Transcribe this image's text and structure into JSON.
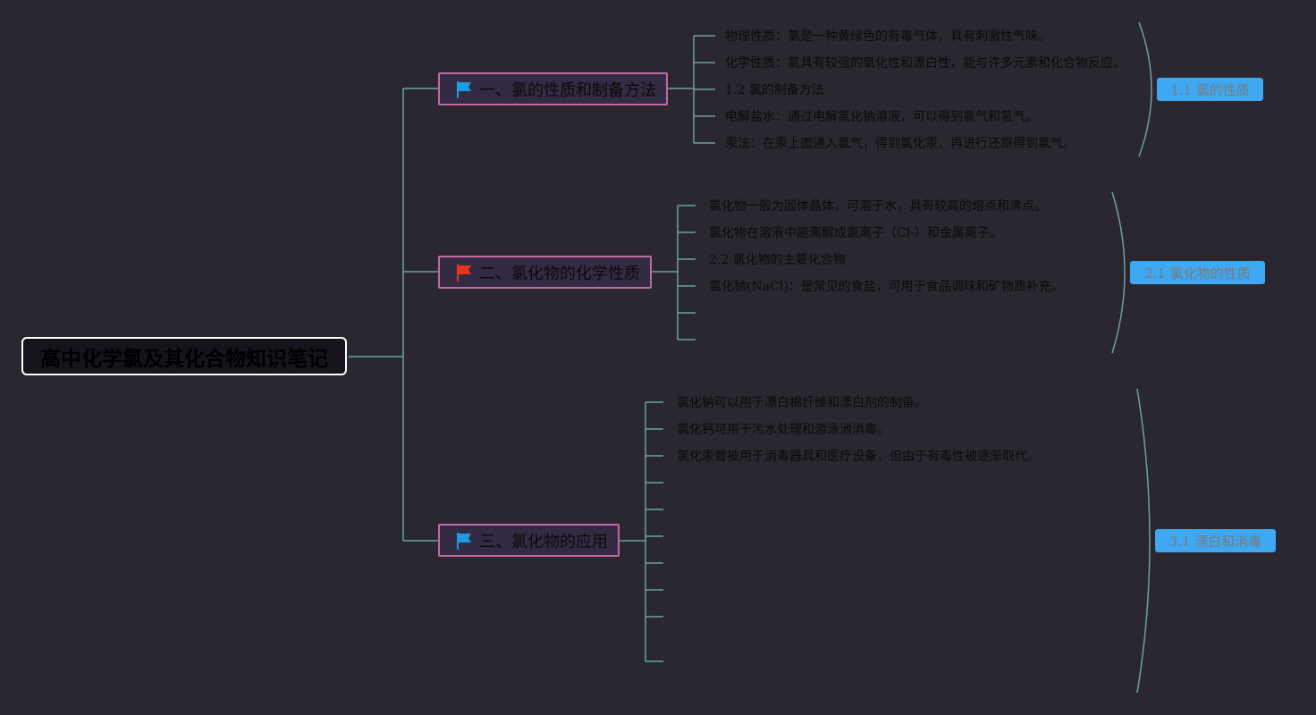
{
  "root": {
    "label": "高中化学氯及其化合物知识笔记"
  },
  "branches": [
    {
      "label": "一、氯的性质和制备方法",
      "flag_icon": "blue-flag-icon",
      "flag_color": "#1e9be0",
      "items": [
        "物理性质：氯是一种黄绿色的有毒气体，具有刺激性气味。",
        "化学性质：氯具有较强的氧化性和漂白性，能与许多元素和化合物反应。",
        "1.2 氯的制备方法",
        "电解盐水：通过电解氯化钠溶液，可以得到氯气和氢气。",
        "汞法：在汞上面通入氯气，得到氯化汞，再进行还原得到氯气。"
      ],
      "summary": "1.1 氯的性质"
    },
    {
      "label": "二、氯化物的化学性质",
      "flag_icon": "red-flag-icon",
      "flag_color": "#e8321f",
      "items": [
        "氯化物一般为固体晶体，可溶于水，具有较高的熔点和沸点。",
        "氯化物在溶液中能离解成氯离子（Cl-）和金属离子。",
        "2.2 氯化物的主要化合物",
        "氯化钠(NaCl)：是常见的食盐，可用于食品调味和矿物质补充。",
        "",
        ""
      ],
      "summary": "2.1 氯化物的性质"
    },
    {
      "label": "三、氯化物的应用",
      "flag_icon": "blue-flag-icon",
      "flag_color": "#1e9be0",
      "items": [
        "氯化钠可以用于漂白棉纤维和漂白剂的制备。",
        "氯化钙可用于污水处理和游泳池消毒。",
        "氯化汞曾被用于消毒器具和医疗设备，但由于有毒性被逐渐取代。",
        "",
        "",
        "",
        "",
        "",
        "",
        "",
        ""
      ],
      "summary": "3.1 漂白和消毒"
    }
  ],
  "colors": {
    "background": "#2b2730",
    "connector": "#6aa3a0",
    "branch_border": "#c26ba1",
    "summary_tag": "#3ea8f2"
  }
}
